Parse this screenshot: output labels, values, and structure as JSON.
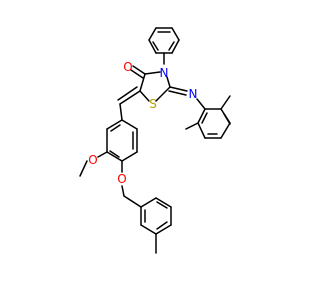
{
  "molecule": {
    "atom_labels": {
      "oxygen_carbonyl": "O",
      "nitrogen_ring": "N",
      "sulfur": "S",
      "nitrogen_imine": "N",
      "oxygen_methoxy": "O",
      "oxygen_ether": "O"
    },
    "colors": {
      "bond": "#000000",
      "oxygen": "#ff0000",
      "nitrogen": "#0000ff",
      "sulfur": "#b8a000"
    }
  }
}
